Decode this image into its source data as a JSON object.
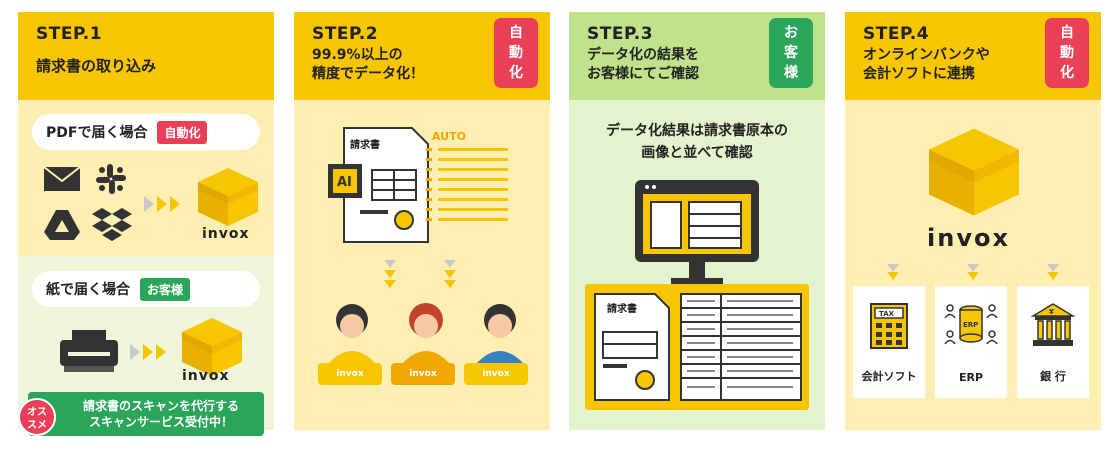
{
  "steps": [
    {
      "step": "STEP.1",
      "title": "請求書の取り込み",
      "pdf_case": {
        "label": "PDFで届く場合",
        "tag": "自動化"
      },
      "paper_case": {
        "label": "紙で届く場合",
        "tag": "お客様"
      },
      "invox_label": "invox",
      "promo_badge": [
        "オス",
        "スメ"
      ],
      "promo_lines": [
        "請求書のスキャンを代行する",
        "スキャンサービス受付中！"
      ],
      "icons": [
        "mail-icon",
        "slack-icon",
        "google-drive-icon",
        "dropbox-icon",
        "scanner-icon"
      ]
    },
    {
      "step": "STEP.2",
      "title_lines": [
        "99.9%以上の",
        "精度でデータ化！"
      ],
      "badge": [
        "自",
        "動",
        "化"
      ],
      "invoice_title": "請求書",
      "ai_label": "AI",
      "auto_label": "AUTO",
      "agent_label": "invox"
    },
    {
      "step": "STEP.3",
      "title_lines": [
        "データ化の結果を",
        "お客様にてご確認"
      ],
      "badge": [
        "お",
        "客",
        "様"
      ],
      "body_lines": [
        "データ化結果は請求書原本の",
        "画像と並べて確認"
      ],
      "invoice_title": "請求書"
    },
    {
      "step": "STEP.4",
      "title_lines": [
        "オンラインバンクや",
        "会計ソフトに連携"
      ],
      "badge": [
        "自",
        "動",
        "化"
      ],
      "invox_label": "invox",
      "targets": [
        {
          "label": "会計ソフト",
          "icon": "calculator-icon",
          "sub": "TAX"
        },
        {
          "label": "ERP",
          "icon": "erp-icon",
          "sub": "ERP"
        },
        {
          "label": "銀 行",
          "icon": "bank-icon",
          "sub": "¥"
        }
      ]
    }
  ],
  "colors": {
    "yellow": "#f7c600",
    "light_yellow": "#fdeeb2",
    "green": "#2aa55a",
    "light_green": "#e3f3cd",
    "red": "#e94057",
    "gray": "#333333"
  }
}
